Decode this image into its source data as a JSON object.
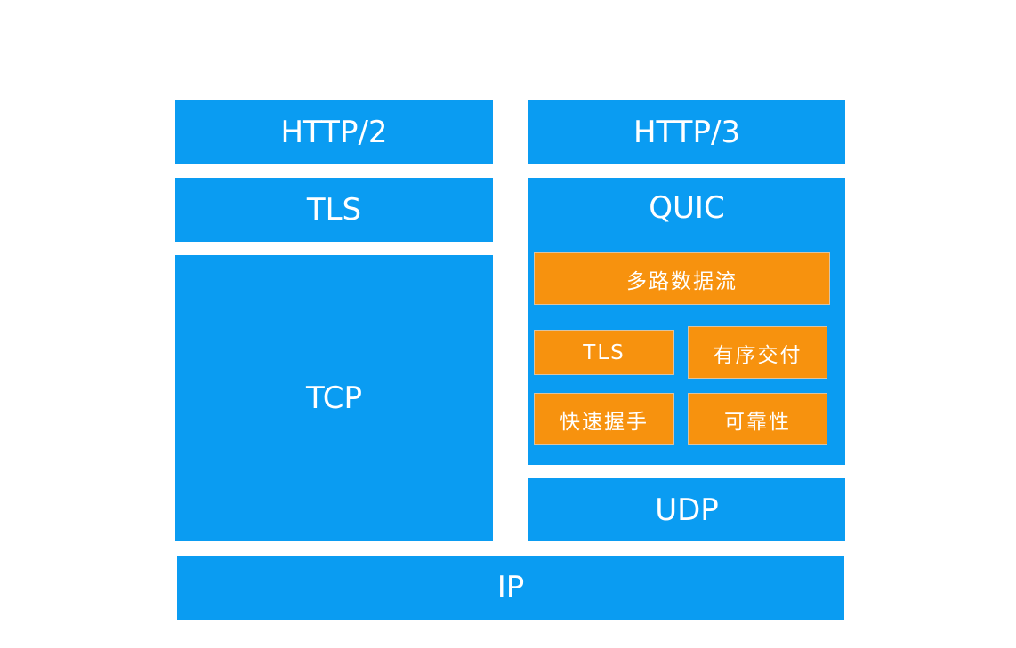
{
  "colors": {
    "layer_blue": "#0a9cf2",
    "feature_orange": "#f7920e",
    "text": "#ffffff"
  },
  "left_stack": {
    "application": "HTTP/2",
    "security": "TLS",
    "transport": "TCP"
  },
  "right_stack": {
    "application": "HTTP/3",
    "quic": {
      "label": "QUIC",
      "features": {
        "multiplexed_streams": "多路数据流",
        "tls": "TLS",
        "ordered_delivery": "有序交付",
        "fast_handshake": "快速握手",
        "reliability": "可靠性"
      }
    },
    "transport": "UDP"
  },
  "network": "IP"
}
